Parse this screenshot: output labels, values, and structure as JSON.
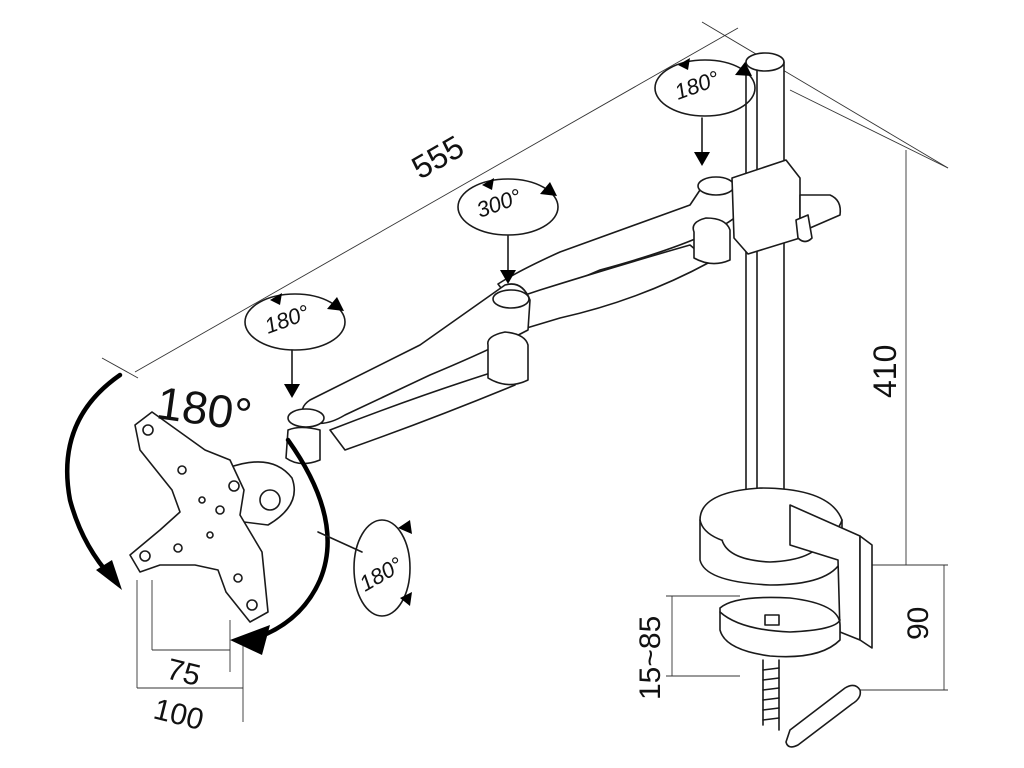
{
  "dimensions": {
    "length": "555",
    "height": "410",
    "clamp_height": "90",
    "desk_thickness": "15~85",
    "vesa_small": "75",
    "vesa_large": "100"
  },
  "rotations": {
    "top_joint": "180°",
    "middle_joint": "300°",
    "front_joint": "180°",
    "tilt": "180°",
    "screen_rotation": "180°"
  }
}
